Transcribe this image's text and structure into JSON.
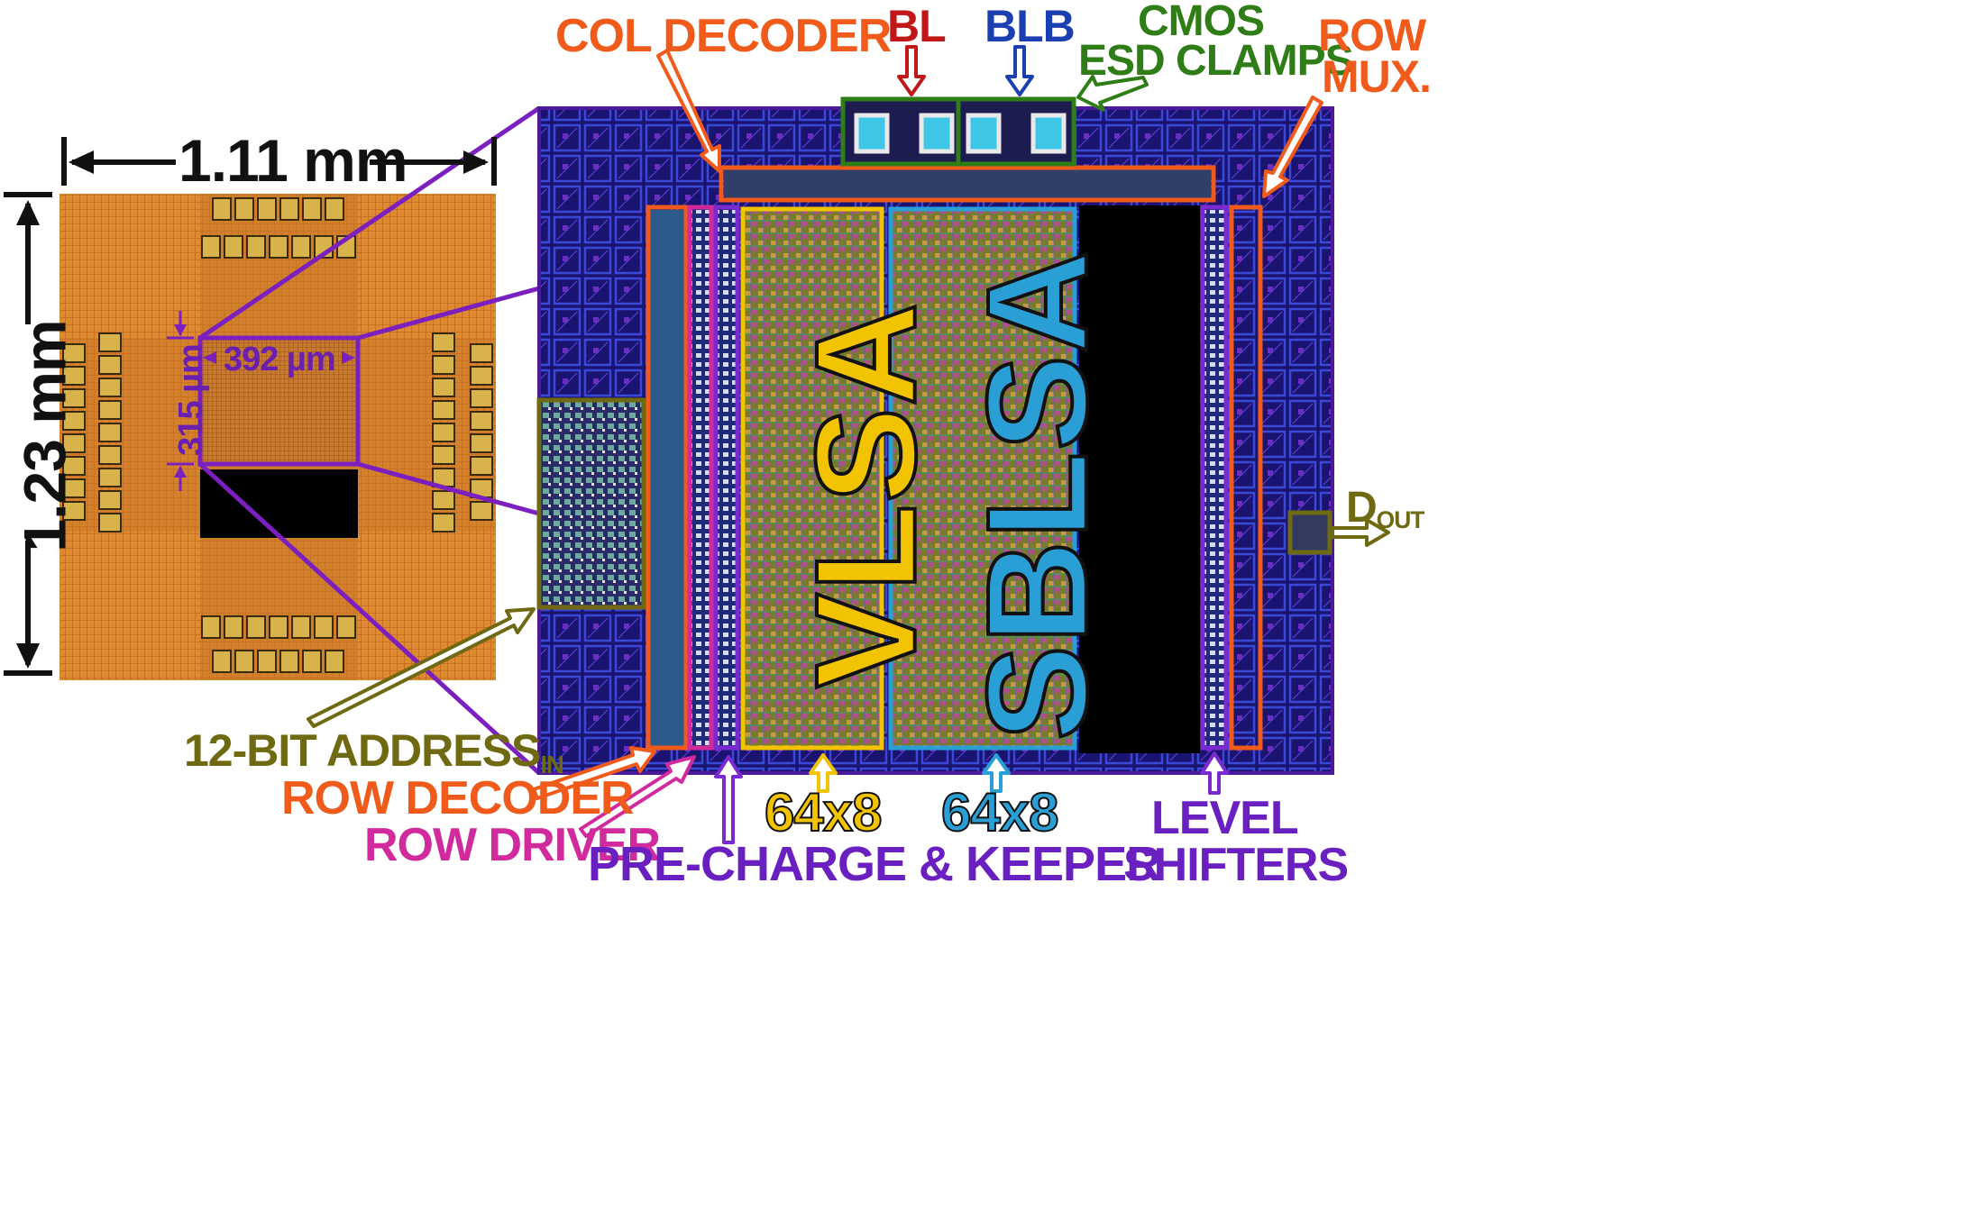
{
  "colors": {
    "die": "#d9822b",
    "pad": "#d8b24a",
    "zoom": "#7b1fbf",
    "col_decoder": "#f05a1a",
    "row_decoder": "#f05a1a",
    "row_mux": "#f05a1a",
    "row_driver": "#d02a9c",
    "precharge": "#7a2ad0",
    "level_shifters": "#7a2ad0",
    "vlsa": "#f2c300",
    "sblsa": "#2a9fd6",
    "bl": "#c01818",
    "blb": "#1a3fb0",
    "esd": "#2e7d16",
    "address": "#6f6a12",
    "dout": "#6f6a12",
    "dimension": "#111111"
  },
  "die_photo": {
    "width_label": "1.11 mm",
    "height_label": "1.23 mm",
    "core_width_label": "392 µm",
    "core_height_label": "315 µm"
  },
  "layout_blocks": {
    "vlsa_label": "VLSA",
    "sblsa_label": "SBLSA"
  },
  "callouts": {
    "col_decoder": "COL DECODER",
    "bl": "BL",
    "blb": "BLB",
    "esd_line1": "CMOS",
    "esd_line2": "ESD CLAMPS",
    "row_mux_line1": "ROW",
    "row_mux_line2": "MUX.",
    "dout_main": "D",
    "dout_sub": "OUT",
    "address_main": "12-BIT ADDRESS",
    "address_sub": "IN",
    "row_decoder": "ROW DECODER",
    "row_driver": "ROW DRIVER",
    "precharge": "PRE-CHARGE & KEEPER",
    "vlsa_size": "64x8",
    "sblsa_size": "64x8",
    "level_line1": "LEVEL",
    "level_line2": "SHIFTERS"
  }
}
